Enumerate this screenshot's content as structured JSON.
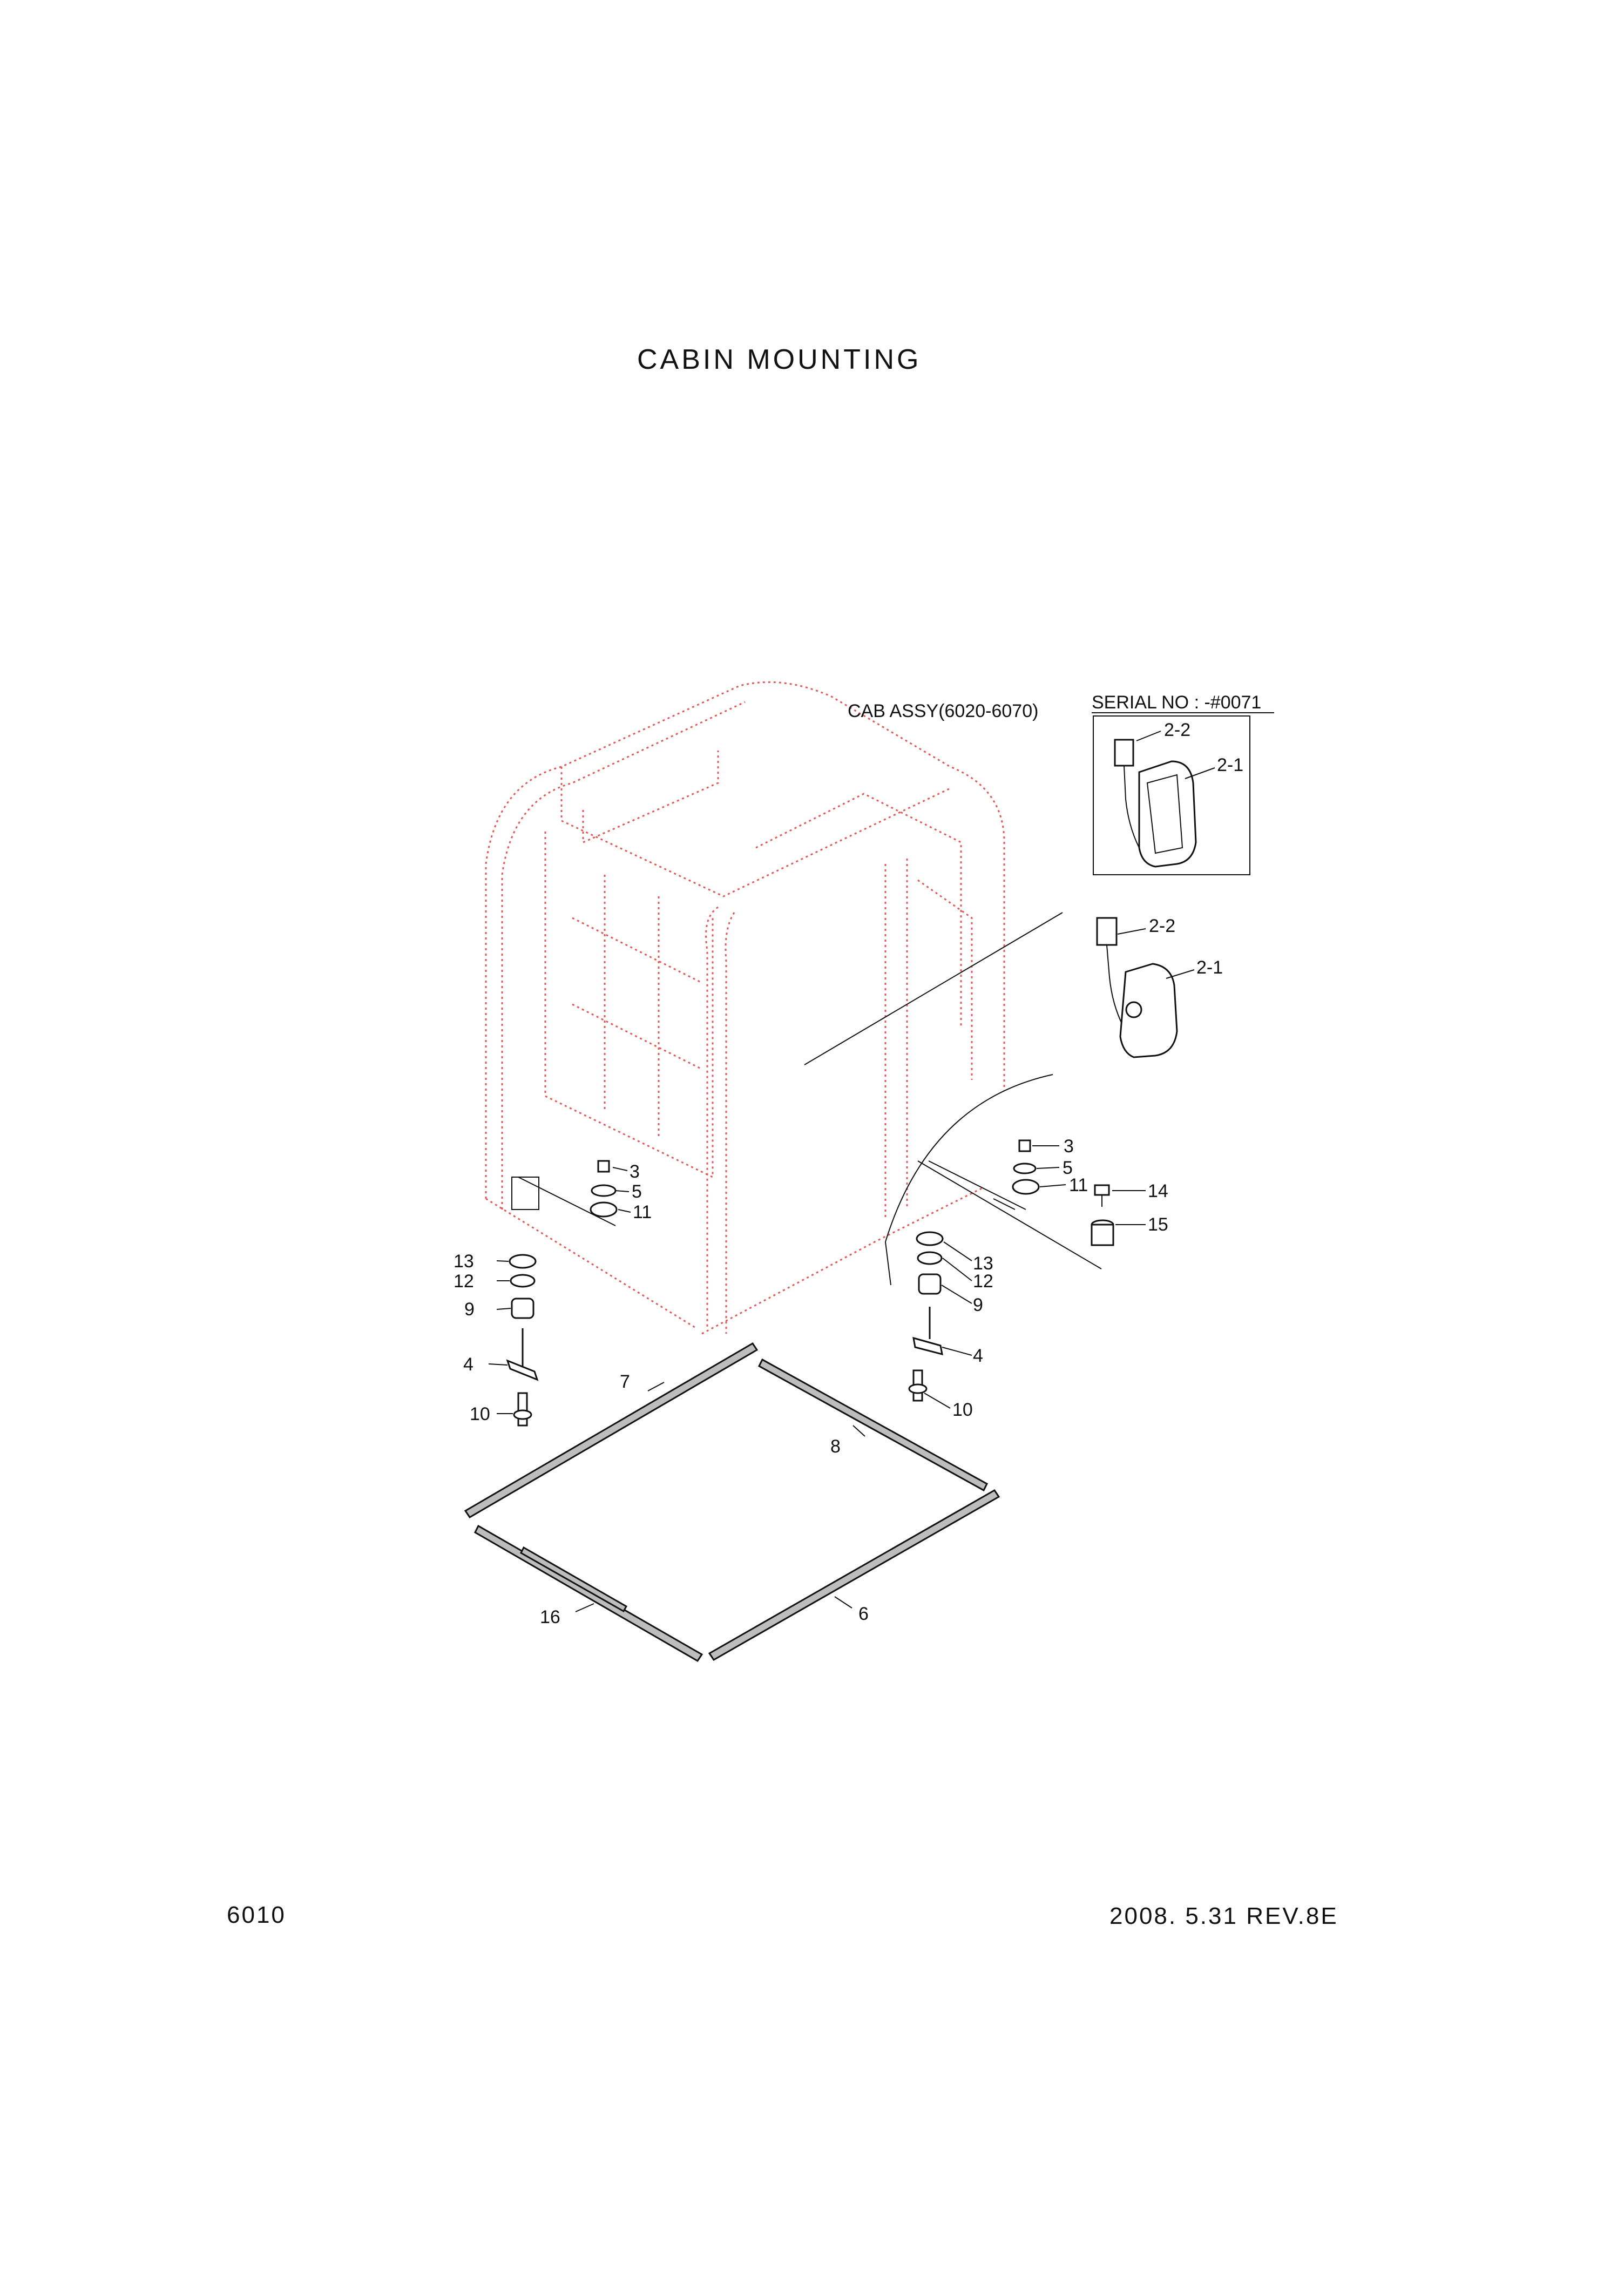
{
  "header": {
    "title": "CABIN MOUNTING"
  },
  "footer": {
    "page_number": "6010",
    "date_revision": "2008. 5.31  REV.8E"
  },
  "diagram": {
    "cab_assy_label": "CAB ASSY(6020-6070)",
    "serial_label": "SERIAL NO : -#0071",
    "inset_callouts": [
      "2-2",
      "2-1"
    ],
    "callouts": [
      "2-2",
      "2-1",
      "3",
      "5",
      "11",
      "3",
      "5",
      "11",
      "14",
      "15",
      "13",
      "12",
      "9",
      "4",
      "10",
      "13",
      "12",
      "9",
      "4",
      "10",
      "7",
      "8",
      "16",
      "6"
    ]
  },
  "colors": {
    "cab_outline": "#e05a5a",
    "line": "#111111"
  }
}
